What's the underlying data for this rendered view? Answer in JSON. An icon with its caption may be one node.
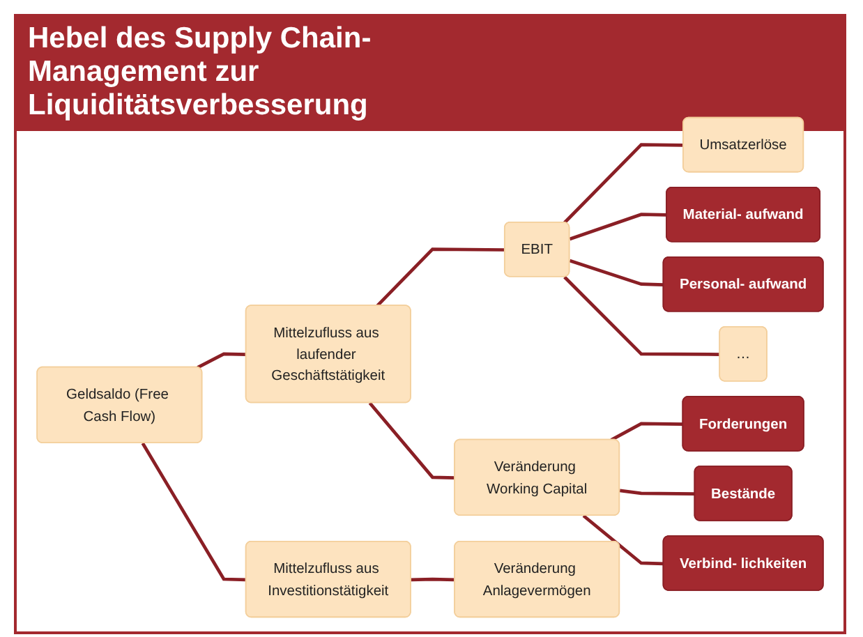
{
  "diagram": {
    "title": "Hebel des Supply Chain-Management zur Liquiditätsverbesserung",
    "nodes": [
      {
        "text": [
          "Geldsaldo (Free Cash Flow)"
        ]
      },
      {
        "text": [
          "Mittelzufluss aus laufender Geschäftstätigkeit"
        ]
      },
      {
        "text": [
          "Mittelzufluss aus Investitionstätigkeit"
        ]
      },
      {
        "text": [
          "EBIT"
        ]
      },
      {
        "text": [
          "Veränderung Working Capital"
        ]
      },
      {
        "text": [
          "Veränderung Anlagevermögen"
        ]
      },
      {
        "text": [
          "Umsatzerlöse"
        ]
      },
      {
        "text": [
          "Material- aufwand"
        ]
      },
      {
        "text": [
          "Personal- aufwand"
        ]
      },
      {
        "text": [
          "…"
        ]
      },
      {
        "text": [
          "Forderungen"
        ]
      },
      {
        "text": [
          "Bestände"
        ]
      },
      {
        "text": [
          "Verbind- lichkeiten"
        ]
      }
    ],
    "edges": [
      {
        "from": 0,
        "to": 1,
        "arrow": "none"
      },
      {
        "from": 0,
        "to": 2,
        "arrow": "none"
      },
      {
        "from": 1,
        "to": 3,
        "arrow": "none"
      },
      {
        "from": 1,
        "to": 4,
        "arrow": "none"
      },
      {
        "from": 2,
        "to": 5,
        "arrow": "none"
      },
      {
        "from": 3,
        "to": 6,
        "arrow": "none"
      },
      {
        "from": 3,
        "to": 7,
        "arrow": "none"
      },
      {
        "from": 3,
        "to": 8,
        "arrow": "none"
      },
      {
        "from": 3,
        "to": 9,
        "arrow": "none"
      },
      {
        "from": 4,
        "to": 10,
        "arrow": "none"
      },
      {
        "from": 4,
        "to": 11,
        "arrow": "none"
      },
      {
        "from": 4,
        "to": 12,
        "arrow": "none"
      }
    ]
  }
}
